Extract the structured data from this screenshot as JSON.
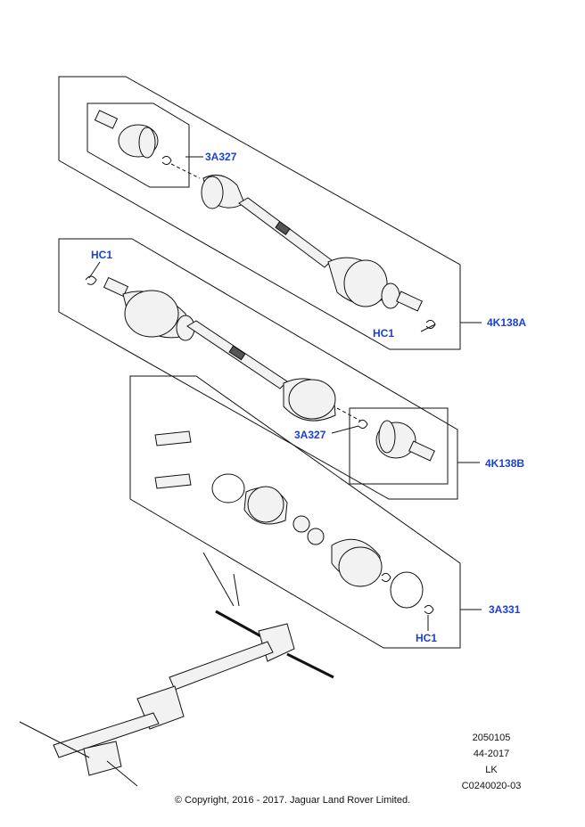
{
  "callouts": {
    "cv_joint_kit_upper": "3A327",
    "clip_upper_right": "HC1",
    "shaft_front_right": "4K138A",
    "clip_left": "HC1",
    "cv_joint_kit_lower": "3A327",
    "shaft_front_left": "4K138B",
    "boot_kit": "3A331",
    "clip_boot_kit": "HC1"
  },
  "footer": {
    "code_1": "2050105",
    "code_2": "44-2017",
    "code_3": "LK",
    "illustration_id": "C0240020-03",
    "copyright": "© Copyright, 2016 - 2017. Jaguar Land Rover Limited."
  }
}
